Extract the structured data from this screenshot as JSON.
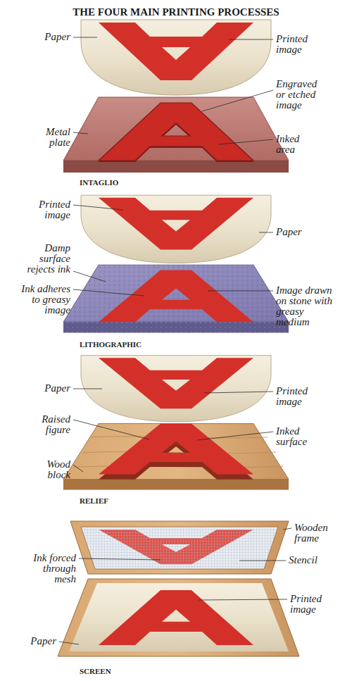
{
  "diagram": {
    "title": "THE FOUR MAIN PRINTING PROCESSES",
    "labels": [
      "Paper",
      "Printed image",
      "Engraved or etched image",
      "Metal plate",
      "Inked area",
      "INTAGLIO",
      "Printed image",
      "Paper",
      "Damp surface rejects ink",
      "Ink adheres to greasy image",
      "Image drawn on stone with greasy medium",
      "LITHOGRAPHIC",
      "Paper",
      "Printed image",
      "Raised figure",
      "Inked surface",
      "Wood block",
      "RELIEF",
      "Wooden frame",
      "Ink forced through mesh",
      "Stencil",
      "Printed image",
      "Paper",
      "SCREEN"
    ]
  }
}
